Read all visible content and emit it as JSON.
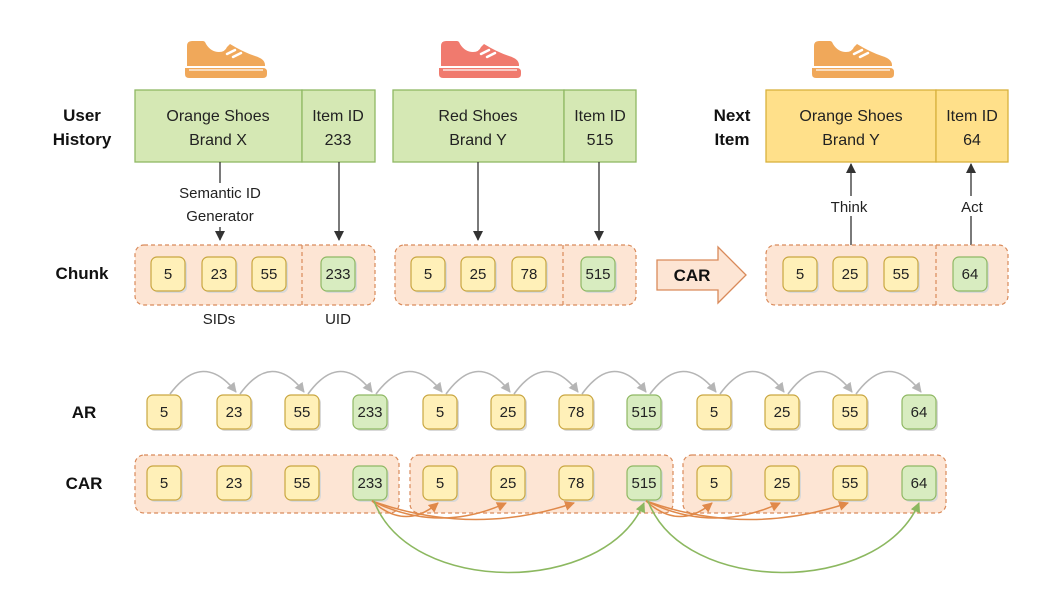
{
  "labels": {
    "user_history": [
      "User",
      "History"
    ],
    "next_item": [
      "Next",
      "Item"
    ],
    "chunk": "Chunk",
    "ar": "AR",
    "car": "CAR",
    "car_arrow": "CAR",
    "semantic_id_generator": [
      "Semantic ID",
      "Generator"
    ],
    "sids": "SIDs",
    "uid": "UID",
    "think": "Think",
    "act": "Act"
  },
  "history": [
    {
      "name": [
        "Orange Shoes",
        "Brand X"
      ],
      "item_id": [
        "Item ID",
        "233"
      ],
      "shoe_color": "#f0a85a"
    },
    {
      "name": [
        "Red Shoes",
        "Brand Y"
      ],
      "item_id": [
        "Item ID",
        "515"
      ],
      "shoe_color": "#f07a6e"
    }
  ],
  "next": {
    "name": [
      "Orange Shoes",
      "Brand Y"
    ],
    "item_id": [
      "Item ID",
      "64"
    ],
    "shoe_color": "#f0a85a"
  },
  "chunks": [
    {
      "sids": [
        "5",
        "23",
        "55"
      ],
      "uid": "233"
    },
    {
      "sids": [
        "5",
        "25",
        "78"
      ],
      "uid": "515"
    },
    {
      "sids": [
        "5",
        "25",
        "55"
      ],
      "uid": "64"
    }
  ],
  "ar_sequence": [
    "5",
    "23",
    "55",
    "233",
    "5",
    "25",
    "78",
    "515",
    "5",
    "25",
    "55",
    "64"
  ],
  "car_sequence": [
    [
      "5",
      "23",
      "55",
      "233"
    ],
    [
      "5",
      "25",
      "78",
      "515"
    ],
    [
      "5",
      "25",
      "55",
      "64"
    ]
  ],
  "colors": {
    "item_box": "#d5e8b4",
    "item_border": "#8fb863",
    "next_box": "#ffe08a",
    "next_border": "#d8b13c",
    "sid_token": "#fff0b8",
    "sid_border": "#c9a640",
    "uid_token": "#d8ecc0",
    "uid_border": "#8fb863",
    "chunk_fill": "#fde5d4",
    "chunk_border": "#d98a5a",
    "orange_arrow": "#e0894a",
    "green_arrow": "#8cb860",
    "gray_arrow": "#b5b5b5"
  }
}
